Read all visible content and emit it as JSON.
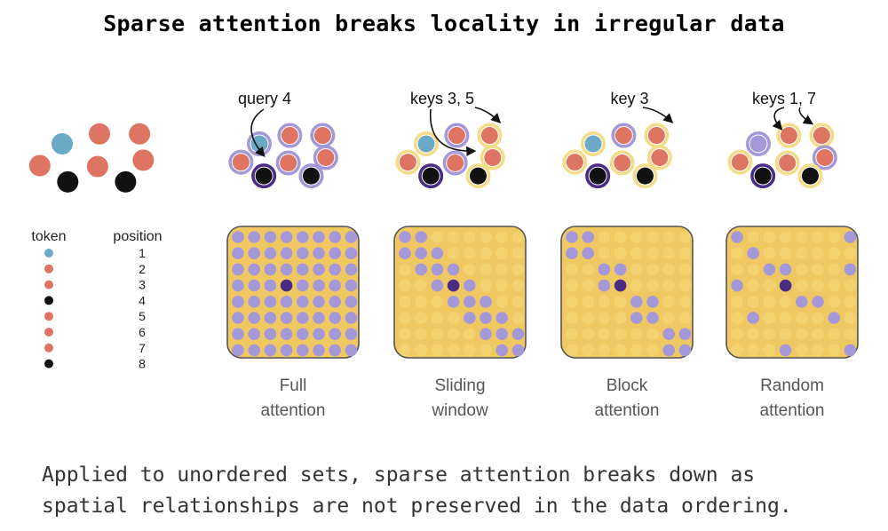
{
  "title": "Sparse attention breaks locality in irregular data",
  "caption": {
    "line1": "Applied to unordered sets, sparse attention breaks down as",
    "line2": "spatial relationships are not preserved in the data ordering."
  },
  "legend": {
    "token_header": "token",
    "position_header": "position",
    "positions": [
      "1",
      "2",
      "3",
      "4",
      "5",
      "6",
      "7",
      "8"
    ]
  },
  "colors": {
    "blue_token": "#6aaac6",
    "red_token": "#de7462",
    "black_token": "#111111",
    "matrix_bg": "#f0c862",
    "matrix_cell": "#f4d270",
    "attended": "#a598d8",
    "query": "#4a2b85",
    "ring_yellow": "#f5dc88",
    "ring_purple": "#a598d8"
  },
  "tokens": [
    {
      "position": 1,
      "color": "blue"
    },
    {
      "position": 2,
      "color": "red"
    },
    {
      "position": 3,
      "color": "red"
    },
    {
      "position": 4,
      "color": "black"
    },
    {
      "position": 5,
      "color": "red"
    },
    {
      "position": 6,
      "color": "red"
    },
    {
      "position": 7,
      "color": "red"
    },
    {
      "position": 8,
      "color": "black"
    }
  ],
  "panels": [
    {
      "id": "full",
      "annotation": "query 4",
      "label_line1": "Full",
      "label_line2": "attention",
      "highlighted_keys": [
        1,
        2,
        3,
        5,
        6,
        7,
        8
      ]
    },
    {
      "id": "sliding",
      "annotation": "keys 3, 5",
      "label_line1": "Sliding",
      "label_line2": "window",
      "highlighted_keys": [
        3,
        5
      ]
    },
    {
      "id": "block",
      "annotation": "key 3",
      "label_line1": "Block",
      "label_line2": "attention",
      "highlighted_keys": [
        3
      ]
    },
    {
      "id": "random",
      "annotation": "keys 1, 7",
      "label_line1": "Random",
      "label_line2": "attention",
      "highlighted_keys": [
        1,
        7
      ]
    }
  ],
  "matrices": {
    "full": [
      "11111111",
      "11111111",
      "11111111",
      "111Q1111",
      "11111111",
      "11111111",
      "11111111",
      "11111111"
    ],
    "sliding": [
      "11000000",
      "11100000",
      "01110000",
      "001Q1000",
      "00011100",
      "00001110",
      "00000111",
      "00000011"
    ],
    "block": [
      "11000000",
      "11000000",
      "00110000",
      "001Q0000",
      "00001100",
      "00001100",
      "00000011",
      "00000011"
    ],
    "random": [
      "10000001",
      "01000000",
      "00110001",
      "100Q0000",
      "00001100",
      "01000010",
      "00000000",
      "00010001"
    ]
  }
}
